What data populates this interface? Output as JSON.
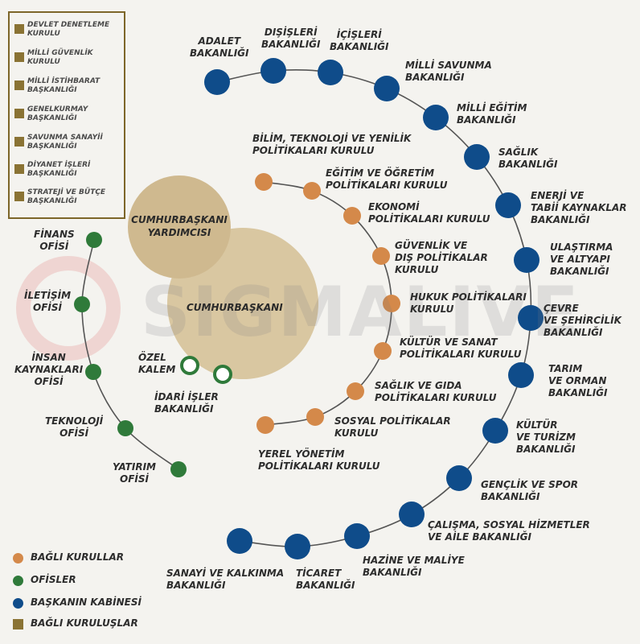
{
  "watermark": "SIGMALIVE",
  "institutions": [
    "DEVLET DENETLEME\nKURULU",
    "MİLLİ GÜVENLİK\nKURULU",
    "MİLLİ İSTİHBARAT\nBAŞKANLIĞI",
    "GENELKURMAY\nBAŞKANLIĞI",
    "SAVUNMA SANAYİİ\nBAŞKANLIĞI",
    "DİYANET İŞLERİ\nBAŞKANLIĞI",
    "STRATEJİ VE BÜTÇE\nBAŞKANLIĞI"
  ],
  "center": {
    "vice": "CUMHURBAŞKANI\nYARDIMCISI",
    "president": "CUMHURBAŞKANI"
  },
  "private": {
    "ozel_kalem": "ÖZEL\nKALEM",
    "idari_isler": "İDARİ İŞLER\nBAKANLIĞI"
  },
  "ministries": [
    "ADALET\nBAKANLIĞI",
    "DIŞİŞLERİ\nBAKANLIĞI",
    "İÇİŞLERİ\nBAKANLIĞI",
    "MİLLİ SAVUNMA\nBAKANLIĞI",
    "MİLLİ EĞİTİM\nBAKANLIĞI",
    "SAĞLIK\nBAKANLIĞI",
    "ENERJİ VE\nTABİİ KAYNAKLAR\nBAKANLIĞI",
    "ULAŞTIRMA\nVE ALTYAPI\nBAKANLIĞI",
    "ÇEVRE\nVE ŞEHİRCİLİK\nBAKANLIĞI",
    "TARIM\nVE ORMAN\nBAKANLIĞI",
    "KÜLTÜR\nVE TURİZM\nBAKANLIĞI",
    "GENÇLİK VE SPOR\nBAKANLIĞI",
    "ÇALIŞMA, SOSYAL HİZMETLER\nVE AİLE BAKANLIĞI",
    "HAZİNE VE MALİYE\nBAKANLIĞI",
    "TİCARET\nBAKANLIĞI",
    "SANAYİ VE KALKINMA\nBAKANLIĞI"
  ],
  "councils": [
    "BİLİM, TEKNOLOJİ VE YENİLİK\nPOLİTİKALARI KURULU",
    "EĞİTİM VE ÖĞRETİM\nPOLİTİKALARI KURULU",
    "EKONOMİ\nPOLİTİKALARI KURULU",
    "GÜVENLİK VE\nDIŞ POLİTİKALAR\nKURULU",
    "HUKUK POLİTİKALARI\nKURULU",
    "KÜLTÜR VE SANAT\nPOLİTİKALARI KURULU",
    "SAĞLIK VE GIDA\nPOLİTİKALARI KURULU",
    "SOSYAL POLİTİKALAR\nKURULU",
    "YEREL YÖNETİM\nPOLİTİKALARI KURULU"
  ],
  "offices": [
    "FİNANS\nOFİSİ",
    "İLETİŞİM\nOFİSİ",
    "İNSAN\nKAYNAKLARI\nOFİSİ",
    "TEKNOLOJİ\nOFİSİ",
    "YATIRIM\nOFİSİ"
  ],
  "legend": [
    "BAĞLI KURULLAR",
    "OFİSLER",
    "BAŞKANIN KABİNESİ",
    "BAĞLI KURULUŞLAR"
  ],
  "colors": {
    "ministry": "#0f4c8a",
    "council": "#d4894a",
    "office": "#2f7a3a",
    "institution": "#8a7334",
    "circle_light": "#dccdae",
    "circle_dark": "#cbb68f"
  }
}
